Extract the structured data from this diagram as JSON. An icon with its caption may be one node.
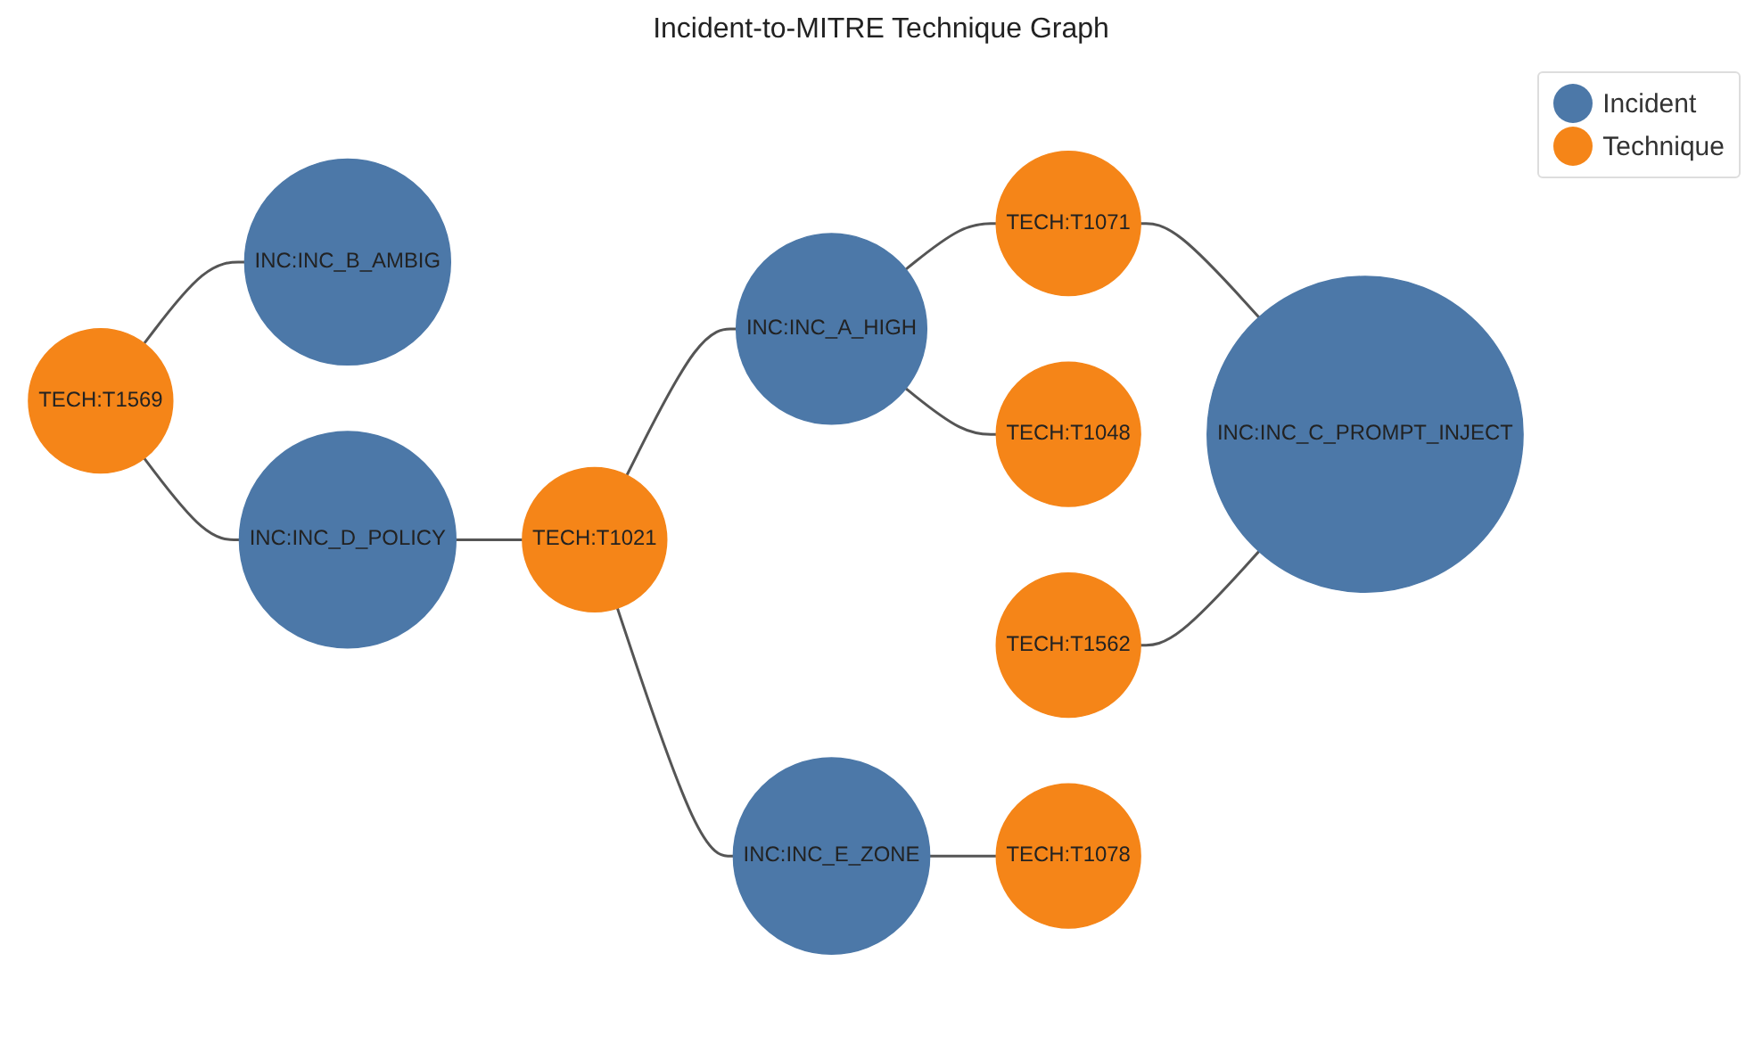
{
  "diagram": {
    "title": "Incident-to-MITRE Technique Graph",
    "nodes": [
      {
        "text": [
          "TECH:T1569"
        ]
      },
      {
        "text": [
          "INC:INC_B_AMBIG"
        ]
      },
      {
        "text": [
          "INC:INC_D_POLICY"
        ]
      },
      {
        "text": [
          "TECH:T1021"
        ]
      },
      {
        "text": [
          "INC:INC_A_HIGH"
        ]
      },
      {
        "text": [
          "TECH:T1071"
        ]
      },
      {
        "text": [
          "TECH:T1048"
        ]
      },
      {
        "text": [
          "TECH:T1562"
        ]
      },
      {
        "text": [
          "INC:INC_C_PROMPT_INJECT"
        ]
      },
      {
        "text": [
          "INC:INC_E_ZONE"
        ]
      },
      {
        "text": [
          "TECH:T1078"
        ]
      }
    ],
    "edges": [
      {
        "from": 0,
        "to": 1,
        "arrow": "none"
      },
      {
        "from": 0,
        "to": 2,
        "arrow": "none"
      },
      {
        "from": 2,
        "to": 3,
        "arrow": "none"
      },
      {
        "from": 3,
        "to": 4,
        "arrow": "none"
      },
      {
        "from": 4,
        "to": 5,
        "arrow": "none"
      },
      {
        "from": 4,
        "to": 6,
        "arrow": "none"
      },
      {
        "from": 5,
        "to": 8,
        "arrow": "none"
      },
      {
        "from": 7,
        "to": 8,
        "arrow": "none"
      },
      {
        "from": 3,
        "to": 9,
        "arrow": "none"
      },
      {
        "from": 9,
        "to": 10,
        "arrow": "none"
      }
    ],
    "legend": [
      {
        "text": "Incident",
        "color": "#4c78a8"
      },
      {
        "text": "Technique",
        "color": "#f58518"
      }
    ]
  }
}
